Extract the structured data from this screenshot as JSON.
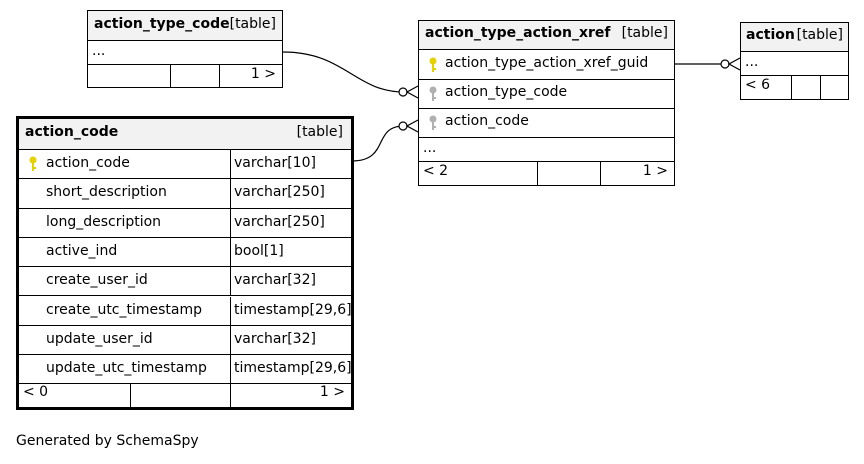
{
  "tables": {
    "action_type_code": {
      "name": "action_type_code",
      "kind": "[table]",
      "ellipsis": "...",
      "children": "1 >"
    },
    "xref": {
      "name": "action_type_action_xref",
      "kind": "[table]",
      "columns": [
        "action_type_action_xref_guid",
        "action_type_code",
        "action_code"
      ],
      "ellipsis": "...",
      "parents": "< 2",
      "children": "1 >"
    },
    "action": {
      "name": "action",
      "kind": "[table]",
      "ellipsis": "...",
      "parents": "< 6"
    },
    "action_code": {
      "name": "action_code",
      "kind": "[table]",
      "columns": [
        {
          "name": "action_code",
          "type": "varchar[10]"
        },
        {
          "name": "short_description",
          "type": "varchar[250]"
        },
        {
          "name": "long_description",
          "type": "varchar[250]"
        },
        {
          "name": "active_ind",
          "type": "bool[1]"
        },
        {
          "name": "create_user_id",
          "type": "varchar[32]"
        },
        {
          "name": "create_utc_timestamp",
          "type": "timestamp[29,6]"
        },
        {
          "name": "update_user_id",
          "type": "varchar[32]"
        },
        {
          "name": "update_utc_timestamp",
          "type": "timestamp[29,6]"
        }
      ],
      "parents": "< 0",
      "children": "1 >"
    }
  },
  "colors": {
    "primary_key": "#e6d100",
    "foreign_key": "#b0b0b0",
    "header_bg": "#f2f2f2"
  },
  "footer": "Generated by SchemaSpy"
}
